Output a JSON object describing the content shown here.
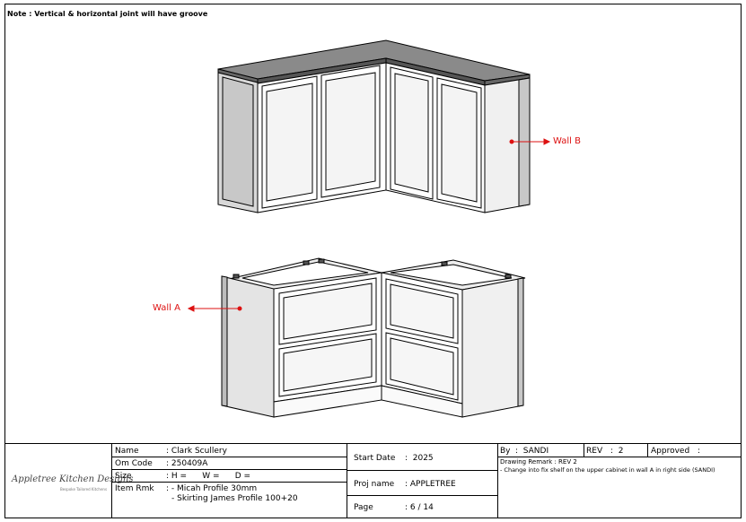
{
  "note": "Note : Vertical & horizontal joint will have groove",
  "labels": {
    "wall_b": "Wall B",
    "wall_a": "Wall A"
  },
  "colors": {
    "accent_red": "#dd1111",
    "panel_grey": "#c8c8c8",
    "top_grey": "#777777"
  },
  "title_block": {
    "logo": {
      "text": "Appletree Kitchen Designs",
      "tagline": "Bespoke Tailored Kitchens"
    },
    "name": {
      "label": "Name",
      "value": ": Clark Scullery"
    },
    "om_code": {
      "label": "Om Code",
      "value": ": 250409A"
    },
    "size": {
      "label": "Size",
      "value": ": H =      W =      D ="
    },
    "item_rmk": {
      "label": "Item Rmk",
      "value": ": - Micah Profile 30mm",
      "value2": "- Skirting James Profile 100+20"
    },
    "start_date": {
      "label": "Start Date",
      "value": ":  2025"
    },
    "proj_name": {
      "label": "Proj name",
      "value": ": APPLETREE"
    },
    "page": {
      "label": "Page",
      "value": ": 6 / 14"
    },
    "by": {
      "label": "By",
      "value": ":  SANDI"
    },
    "rev": {
      "label": "REV",
      "value": ":  2"
    },
    "approved": {
      "label": "Approved",
      "value": ":"
    },
    "remark": {
      "title": "Drawing Remark : REV 2",
      "line": "- Change into fix shelf on the upper cabinet in wall A in right side (SANDI)"
    }
  }
}
